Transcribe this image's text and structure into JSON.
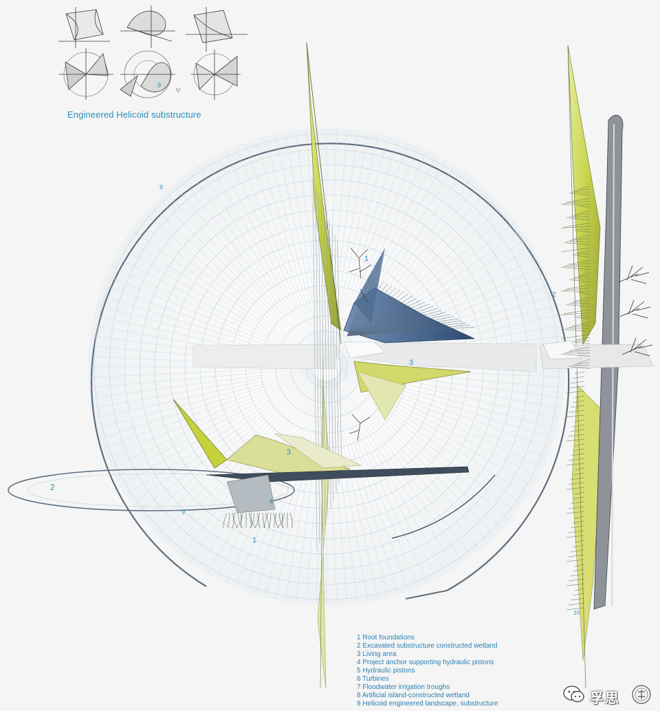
{
  "title": "Engineered Helicoid substructure",
  "labels": {
    "n9_top": "9",
    "n9_sketch": "9",
    "n1_top": "1",
    "n2_right": "2",
    "n3_center": "3",
    "n3_lower": "3",
    "n2_left": "2",
    "n4": "4",
    "n9_lower": "9",
    "n1_lower": "1",
    "n10": "10"
  },
  "legend": [
    "1 Root foundations",
    "2 Excavated substructure constructed wetland",
    "3 Living area",
    "4 Project anchor supporting hydraulic pistons",
    "5 Hydraulic pistons",
    "6 Turbines",
    "7 Floodwater irrigation troughs",
    "8 Artificial island-constructed wetland",
    "9 Helicoid engineered landscape, substructure"
  ],
  "watermark": "孚思",
  "colors": {
    "accent_blue": "#2a8fc0",
    "lime": "#c9d64a",
    "steel": "#3e5f86",
    "line": "#b9c2c8"
  }
}
